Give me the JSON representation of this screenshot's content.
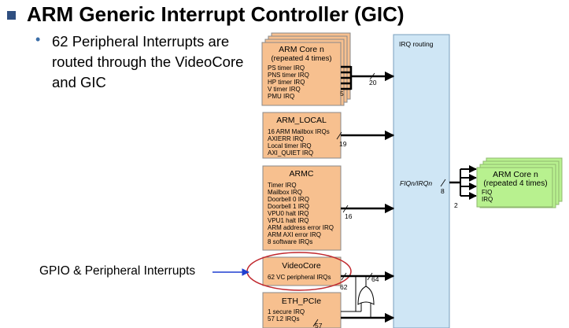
{
  "title": "ARM Generic Interrupt Controller (GIC)",
  "bullet": "62 Peripheral Interrupts are routed through the VideoCore and GIC",
  "gpio_label": "GPIO & Peripheral Interrupts",
  "irq_routing": {
    "title": "IRQ routing",
    "output_label": "FIQn/IRQn"
  },
  "sources": {
    "arm_core": {
      "title": "ARM Core n",
      "subtitle": "(repeated 4 times)",
      "items": [
        "PS timer IRQ",
        "PNS timer IRQ",
        "HP timer IRQ",
        "V timer IRQ",
        "PMU IRQ"
      ],
      "bus_width": "20",
      "fanout": "5"
    },
    "arm_local": {
      "title": "ARM_LOCAL",
      "items": [
        "16 ARM Mailbox IRQs",
        "AXIERR IRQ",
        "Local timer IRQ",
        "AXI_QUIET IRQ"
      ],
      "bus_width": "19"
    },
    "armc": {
      "title": "ARMC",
      "items": [
        "Timer IRQ",
        "Mailbox IRQ",
        "Doorbell 0 IRQ",
        "Doorbell 1 IRQ",
        "VPU0 halt IRQ",
        "VPU1 halt IRQ",
        "ARM address error IRQ",
        "ARM AXI error IRQ",
        "8 software IRQs"
      ],
      "bus_width": "16"
    },
    "videocore": {
      "title": "VideoCore",
      "items": [
        "62 VC peripheral IRQs"
      ],
      "bus_width": "62",
      "merged_width": "64"
    },
    "eth_pcie": {
      "title": "ETH_PCIe",
      "items": [
        "1 secure IRQ",
        "57 L2 IRQs"
      ],
      "bus_width": "57"
    }
  },
  "outputs": {
    "arm_core": {
      "title": "ARM Core n",
      "subtitle": "(repeated 4 times)",
      "items": [
        "FIQ",
        "IRQ"
      ],
      "bus_width_in": "8",
      "bus_width_out": "2"
    }
  },
  "colors": {
    "source_fill": "#f7c08f",
    "routing_fill": "#cfe6f5",
    "output_fill": "#b8f18f",
    "highlight": "#c0272d",
    "arrow_blue": "#1f3fd0",
    "title_bullet": "#2f4f80"
  }
}
